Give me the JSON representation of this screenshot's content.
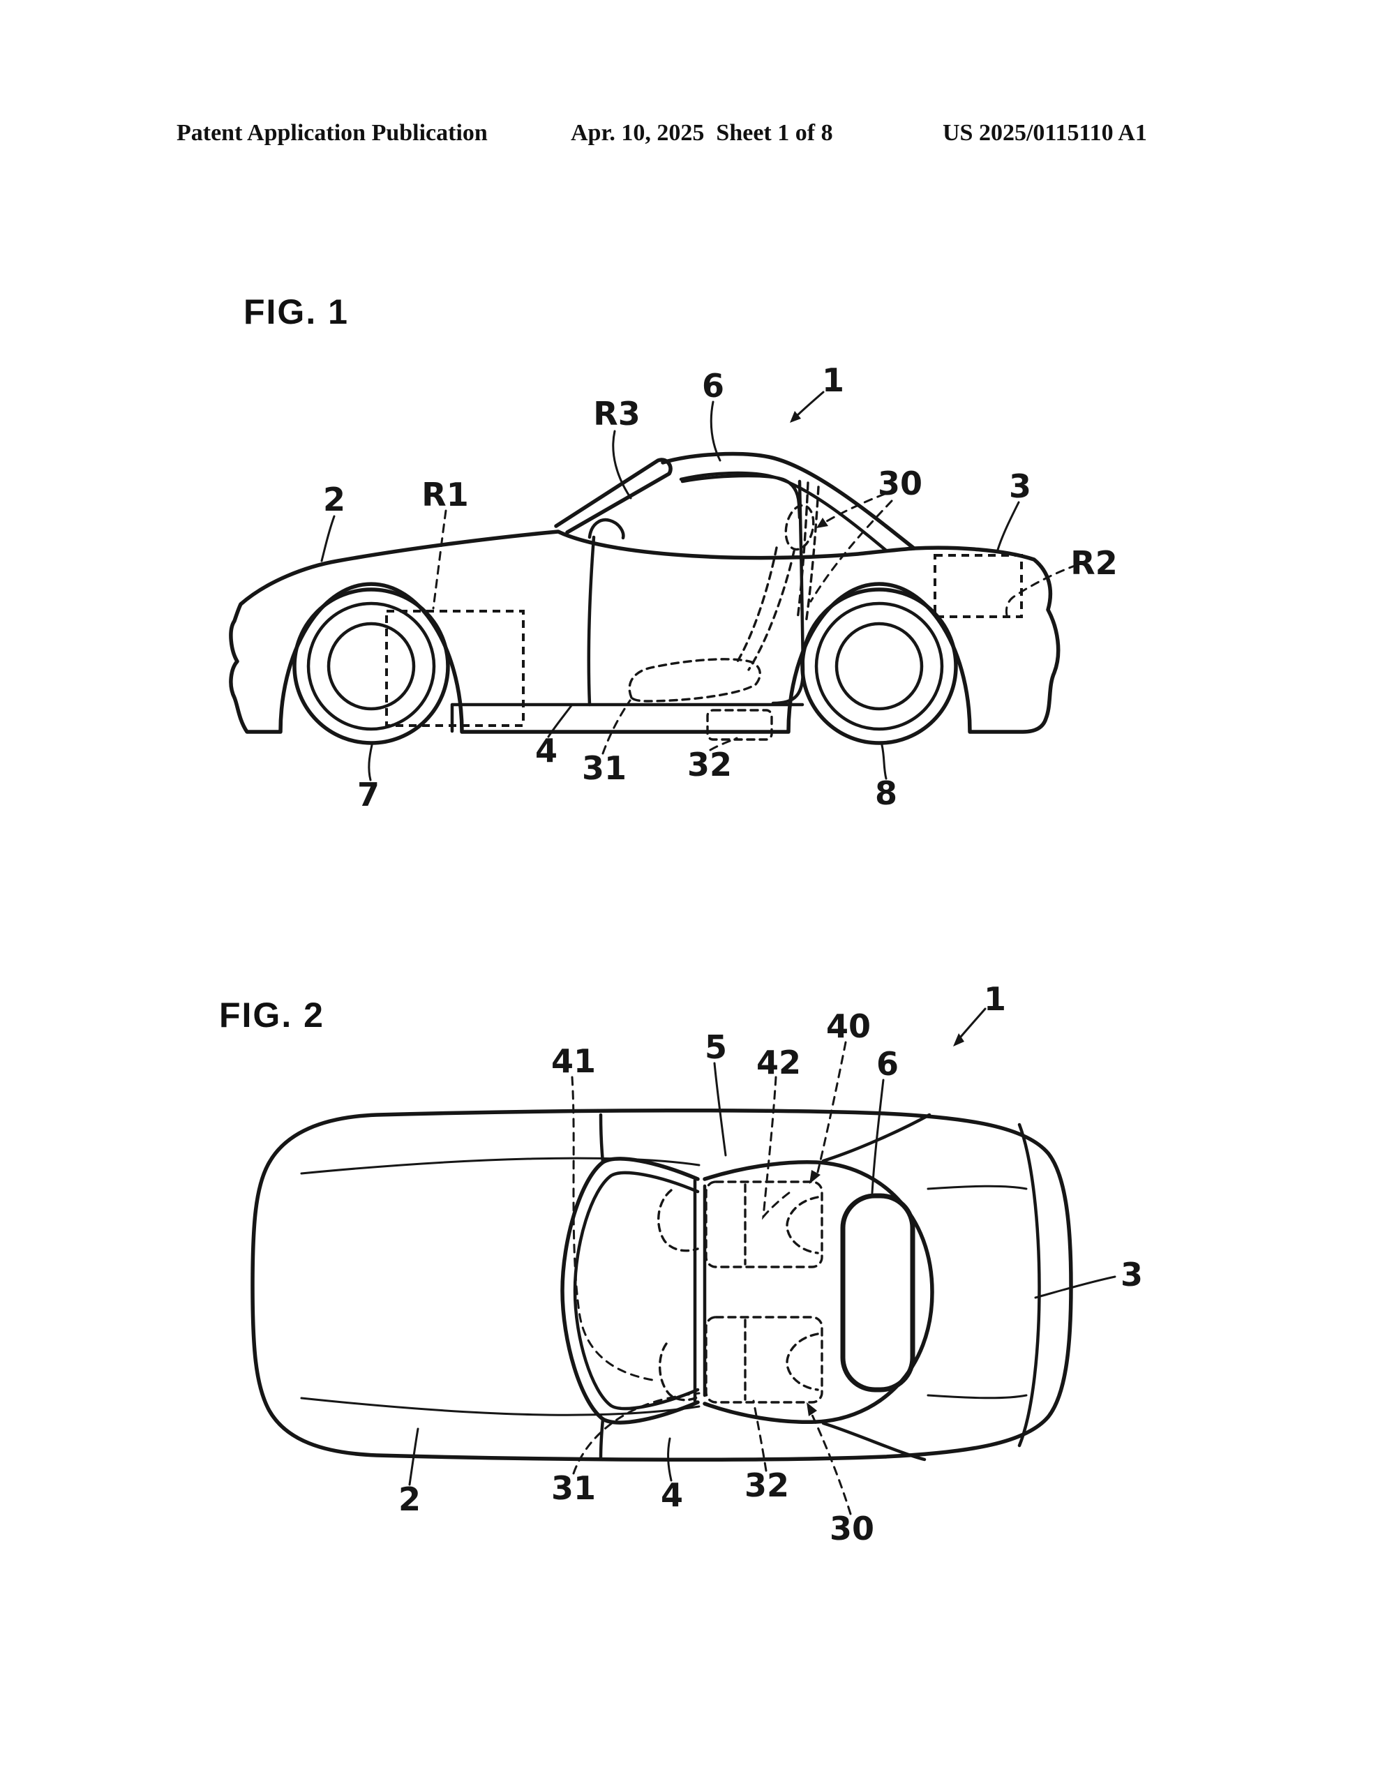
{
  "header": {
    "left": "Patent Application Publication",
    "center": "Apr. 10, 2025  Sheet 1 of 8",
    "right": "US 2025/0115110 A1"
  },
  "fig1": {
    "title": "FIG. 1",
    "labels": {
      "n1": "1",
      "n2": "2",
      "n3": "3",
      "n4": "4",
      "n6": "6",
      "n7": "7",
      "n8": "8",
      "n30": "30",
      "n31": "31",
      "n32": "32",
      "r1": "R1",
      "r2": "R2",
      "r3": "R3"
    }
  },
  "fig2": {
    "title": "FIG. 2",
    "labels": {
      "n1": "1",
      "n2": "2",
      "n3": "3",
      "n4": "4",
      "n5": "5",
      "n6": "6",
      "n30": "30",
      "n31": "31",
      "n32": "32",
      "n40": "40",
      "n41": "41",
      "n42": "42"
    }
  }
}
